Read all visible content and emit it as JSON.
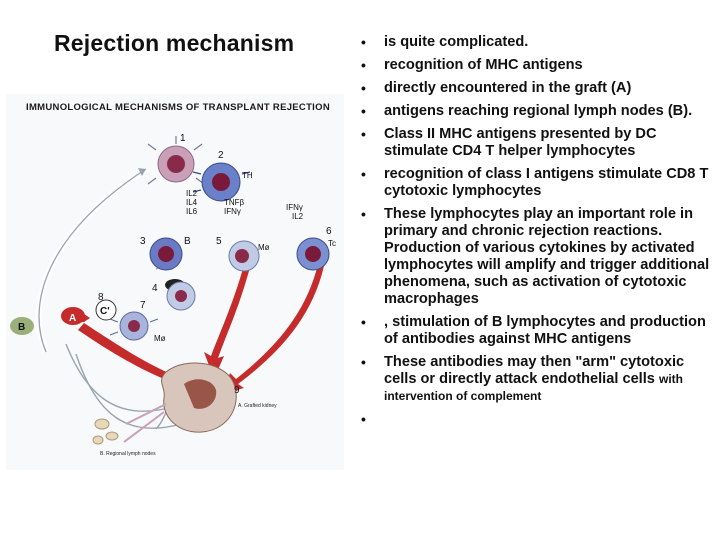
{
  "title": "Rejection mechanism",
  "figure": {
    "caption": "IMMUNOLOGICAL MECHANISMS OF TRANSPLANT REJECTION",
    "labels": {
      "n1": "1",
      "n2": "2",
      "n3": "3",
      "n4": "4",
      "n5": "5",
      "n6": "6",
      "n7": "7",
      "n8": "8",
      "n9": "9",
      "th": "TH",
      "tc": "Tc",
      "b": "B",
      "mo1": "Mø",
      "mo2": "Mø",
      "c_prime": "C'",
      "il2": "IL2",
      "il4": "IL4",
      "il6": "IL6",
      "tnf": "TNFβ",
      "ifn": "IFNγ",
      "ifn2": "IFNγ",
      "il2b": "IL2",
      "letter_a": "A",
      "letter_b": "B",
      "graft_label": "A. Grafted kidney",
      "lymph_label": "B. Regional lymph nodes"
    }
  },
  "bullets": [
    {
      "text": "is quite complicated."
    },
    {
      "text": " recognition of MHC antigens"
    },
    {
      "text": "directly encountered in the graft (A)"
    },
    {
      "text": "antigens reaching regional lymph nodes (B)."
    },
    {
      "text": "Class II MHC antigens presented by DC stimulate CD4 T helper lymphocytes"
    },
    {
      "text": " recognition of class I antigens stimulate CD8 T cytotoxic lymphocytes"
    },
    {
      "text": "These lymphocytes play an important role in primary and chronic rejection reactions. Production of various cytokines by activated lymphocytes will amplify and trigger additional phenomena, such as activation of cytotoxic macrophages"
    },
    {
      "text": ", stimulation of B lymphocytes  and production of antibodies against MHC antigens"
    },
    {
      "text": "These antibodies may then \"arm\" cytotoxic cells or directly attack endothelial cells",
      "small": "with intervention of complement"
    },
    {
      "text": ""
    }
  ]
}
